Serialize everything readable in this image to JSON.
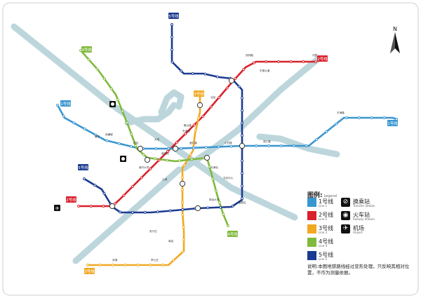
{
  "lines": [
    {
      "id": "1",
      "color": "#3a96d0",
      "label_cn": "1号线",
      "label_en": "Line 1"
    },
    {
      "id": "2",
      "color": "#d9212c",
      "label_cn": "2号线",
      "label_en": "Line 2"
    },
    {
      "id": "3",
      "color": "#f1a922",
      "label_cn": "3号线",
      "label_en": "Line 3"
    },
    {
      "id": "4",
      "color": "#7fba3c",
      "label_cn": "4号线",
      "label_en": "Line 4"
    },
    {
      "id": "5",
      "color": "#1b3b91",
      "label_cn": "5号线",
      "label_en": "Line 5"
    }
  ],
  "river_color": "#bcd6dc",
  "legend": {
    "title": "图例:",
    "subtitle": "Legend",
    "symbols": [
      {
        "icon": "transfer-icon",
        "glyph": "⊘",
        "label_cn": "换乘站",
        "label_en": "Transfer Station"
      },
      {
        "icon": "train-station-icon",
        "glyph": "◉",
        "label_cn": "火车站",
        "label_en": "Railway Station"
      },
      {
        "icon": "airport-icon",
        "glyph": "✈",
        "label_cn": "机场",
        "label_en": "Airport"
      }
    ]
  },
  "note": "说明:本图地铁路线经过变形处理，只反映其相对位置，不作为测量依据。",
  "compass_letter": "N",
  "terminal_badges": [
    {
      "line": "5",
      "text": "5号线"
    },
    {
      "line": "4",
      "text": "4号线"
    },
    {
      "line": "3",
      "text": "3号线"
    },
    {
      "line": "1",
      "text": "1号线"
    },
    {
      "line": "2",
      "text": "2号线"
    },
    {
      "line": "5",
      "text": "5号线"
    },
    {
      "line": "2",
      "text": "2号线"
    },
    {
      "line": "1",
      "text": "1号线"
    },
    {
      "line": "4",
      "text": "4号线"
    },
    {
      "line": "3",
      "text": "3号线"
    }
  ],
  "station_labels": [
    "双林路",
    "东丽大道",
    "天津站",
    "南开站",
    "营口道",
    "西站",
    "小白楼",
    "北站",
    "天塔",
    "文化中心",
    "刘园",
    "西横堤",
    "南开大学",
    "鞍山道",
    "土城",
    "财经大学",
    "东南角",
    "靖江路",
    "张兴庄",
    "双港",
    "李七庄",
    "东海路",
    "高新区",
    "曹庄",
    "南站"
  ]
}
